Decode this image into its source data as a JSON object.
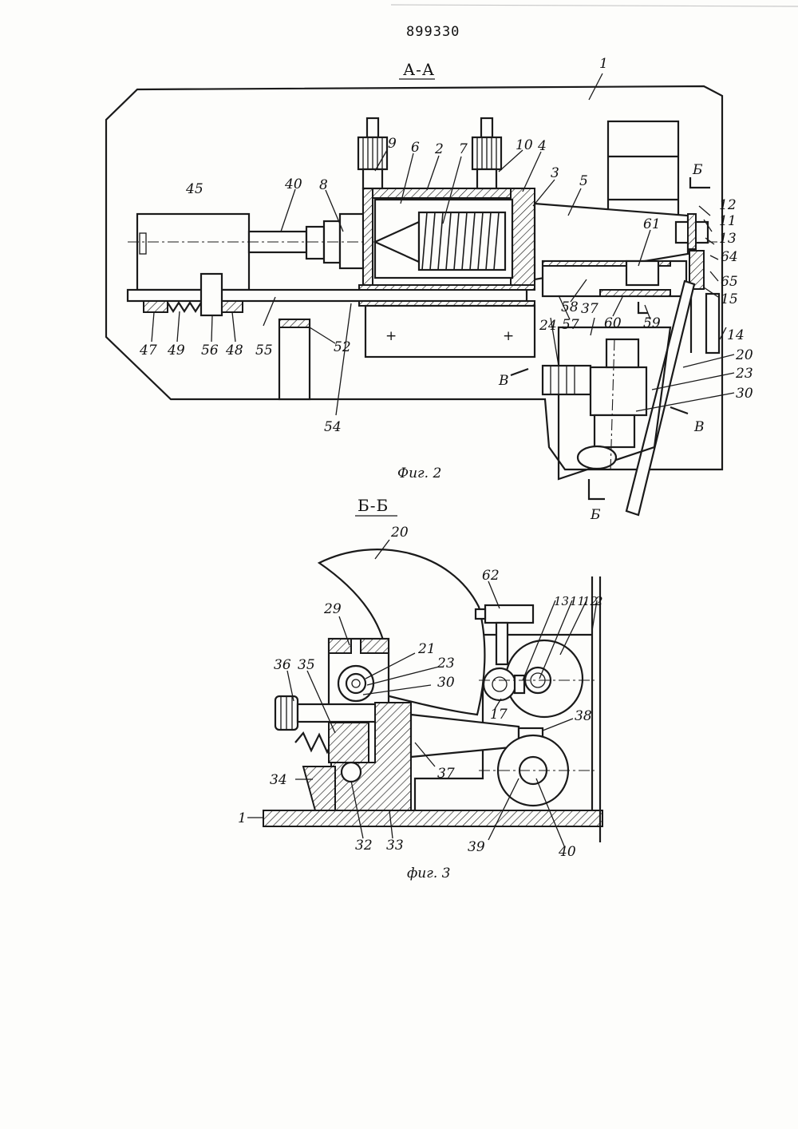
{
  "patent_number": "899330",
  "figure2": {
    "section_title": "А-А",
    "caption": "Фиг. 2",
    "section_marks": [
      "Б",
      "Б",
      "В",
      "В"
    ],
    "labels": [
      "1",
      "45",
      "40",
      "8",
      "9",
      "6",
      "2",
      "7",
      "10",
      "4",
      "3",
      "5",
      "12",
      "11",
      "13",
      "64",
      "65",
      "15",
      "14",
      "20",
      "23",
      "30",
      "61",
      "58",
      "60",
      "59",
      "57",
      "37",
      "24",
      "47",
      "49",
      "56",
      "48",
      "55",
      "52",
      "54"
    ]
  },
  "figure3": {
    "section_title": "Б-Б",
    "caption": "фиг. 3",
    "labels": [
      "20",
      "62",
      "13",
      "11",
      "12",
      "2",
      "29",
      "21",
      "23",
      "30",
      "17",
      "36",
      "35",
      "38",
      "37",
      "34",
      "39",
      "40",
      "1",
      "32",
      "33"
    ]
  }
}
